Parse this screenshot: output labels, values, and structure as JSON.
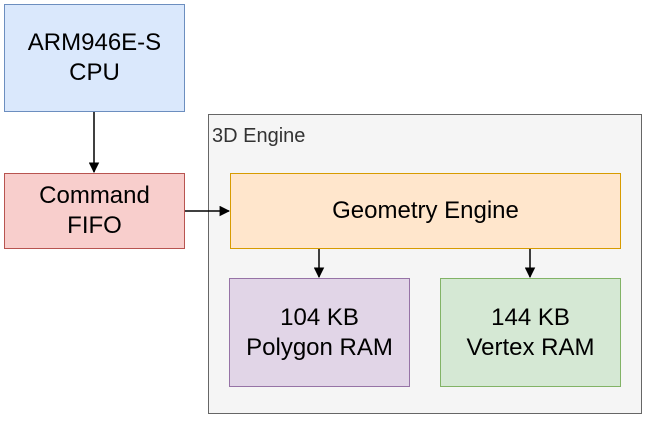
{
  "nodes": {
    "cpu": {
      "lines": [
        "ARM946E-S",
        "CPU"
      ],
      "fill": "#dae8fc",
      "stroke": "#6c8ebf"
    },
    "fifo": {
      "lines": [
        "Command",
        "FIFO"
      ],
      "fill": "#f8cecc",
      "stroke": "#b85450"
    },
    "engine_container": {
      "label": "3D Engine",
      "fill": "#f5f5f5",
      "stroke": "#666666"
    },
    "geometry": {
      "lines": [
        "Geometry Engine"
      ],
      "fill": "#ffe6cc",
      "stroke": "#d79b00"
    },
    "polygon_ram": {
      "lines": [
        "104 KB",
        "Polygon RAM"
      ],
      "fill": "#e1d5e7",
      "stroke": "#9673a6"
    },
    "vertex_ram": {
      "lines": [
        "144 KB",
        "Vertex RAM"
      ],
      "fill": "#d5e8d4",
      "stroke": "#82b366"
    }
  },
  "edges": [
    {
      "from": "cpu",
      "to": "fifo"
    },
    {
      "from": "fifo",
      "to": "geometry"
    },
    {
      "from": "geometry",
      "to": "polygon_ram"
    },
    {
      "from": "geometry",
      "to": "vertex_ram"
    }
  ]
}
